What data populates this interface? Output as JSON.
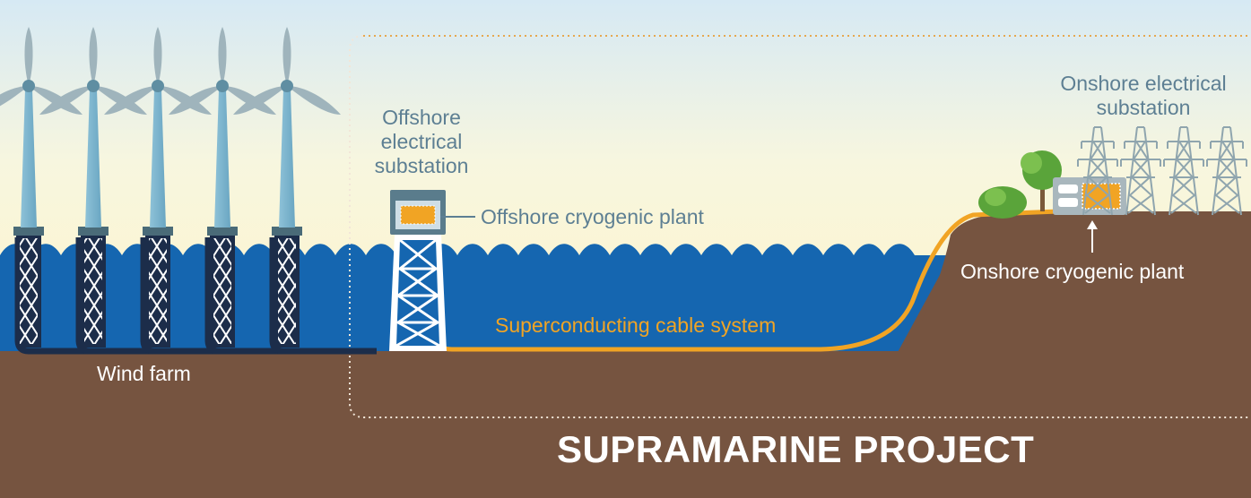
{
  "diagram": {
    "title": "SUPRAMARINE PROJECT",
    "labels": {
      "wind_farm": "Wind farm",
      "offshore_substation": "Offshore electrical substation",
      "offshore_substation_lines": [
        "Offshore",
        "electrical",
        "substation"
      ],
      "offshore_cryogenic_plant": "Offshore cryogenic plant",
      "superconducting_cable": "Superconducting cable system",
      "onshore_substation": "Onshore electrical substation",
      "onshore_substation_lines": [
        "Onshore electrical",
        "substation"
      ],
      "onshore_cryogenic_plant": "Onshore cryogenic plant"
    },
    "colors": {
      "sky_top": "#d6e9f4",
      "sky_bottom": "#fbf5d4",
      "sea": "#1566b0",
      "seabed": "#765440",
      "cable": "#f1a424",
      "label_blue": "#5d7f93",
      "turbine": "#8fc1d6",
      "tree_green": "#5aa43a"
    },
    "icons": {
      "turbine": "wind-turbine-icon",
      "pylon": "transmission-tower-icon",
      "tree": "tree-icon",
      "platform": "offshore-platform-icon"
    },
    "turbine_count": 5,
    "pylon_count": 4
  }
}
